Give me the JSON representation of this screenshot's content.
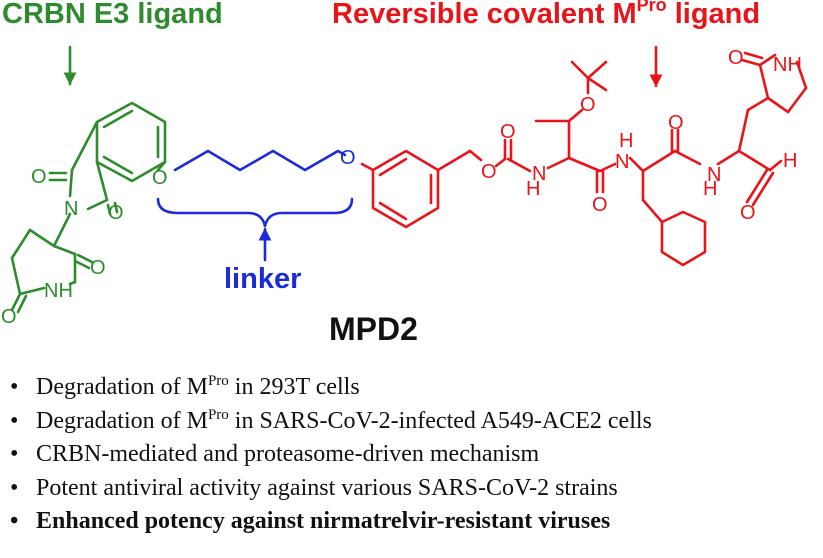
{
  "labels": {
    "crbn_ligand": "CRBN E3 ligand",
    "mpro_ligand": {
      "prefix": "Reversible covalent M",
      "sup": "Pro",
      "suffix": " ligand"
    },
    "linker": "linker",
    "compound": "MPD2"
  },
  "atoms": {
    "oxygen": "O",
    "nitrogen": "N",
    "hydrogen": "H",
    "nh": "NH"
  },
  "bullets": [
    {
      "pre": "Degradation of M",
      "sup": "Pro",
      "post": " in 293T cells",
      "bold": false
    },
    {
      "pre": "Degradation of M",
      "sup": "Pro",
      "post": " in SARS-CoV-2-infected A549-ACE2 cells",
      "bold": false
    },
    {
      "pre": "CRBN-mediated and proteasome-driven mechanism",
      "sup": "",
      "post": "",
      "bold": false
    },
    {
      "pre": "Potent antiviral activity against various SARS-CoV-2 strains",
      "sup": "",
      "post": "",
      "bold": false
    },
    {
      "pre": "Enhanced potency against nirmatrelvir-resistant viruses",
      "sup": "",
      "post": "",
      "bold": true
    }
  ],
  "bullet_glyph": "•",
  "colors": {
    "crbn": "#2e8b2e",
    "linker": "#1c2bd8",
    "mpro": "#e8141a",
    "text": "#111111"
  }
}
